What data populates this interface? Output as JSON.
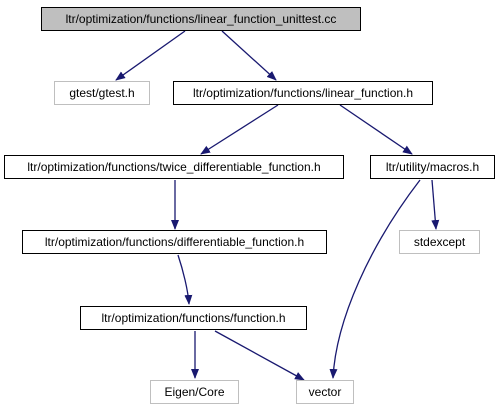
{
  "colors": {
    "edge": "#191970",
    "node_border": "#000000",
    "external_border": "#bfbfbf",
    "root_fill": "#bfbfbf"
  },
  "graph": {
    "nodes": [
      {
        "id": "unittest",
        "label": "ltr/optimization/functions/linear_function_unittest.cc"
      },
      {
        "id": "gtest",
        "label": "gtest/gtest.h"
      },
      {
        "id": "linear",
        "label": "ltr/optimization/functions/linear_function.h"
      },
      {
        "id": "twice",
        "label": "ltr/optimization/functions/twice_differentiable_function.h"
      },
      {
        "id": "macros",
        "label": "ltr/utility/macros.h"
      },
      {
        "id": "diff",
        "label": "ltr/optimization/functions/differentiable_function.h"
      },
      {
        "id": "stdexcept",
        "label": "stdexcept"
      },
      {
        "id": "function",
        "label": "ltr/optimization/functions/function.h"
      },
      {
        "id": "eigen",
        "label": "Eigen/Core"
      },
      {
        "id": "vector",
        "label": "vector"
      }
    ]
  }
}
